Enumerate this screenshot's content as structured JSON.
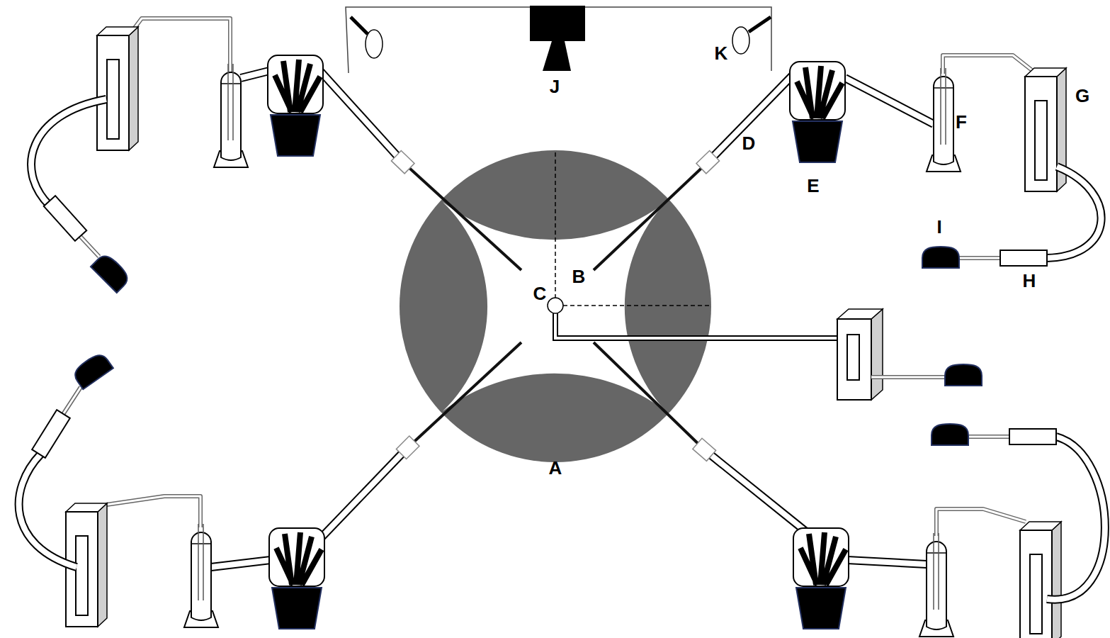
{
  "diagram": {
    "labels": [
      "J",
      "K",
      "D",
      "E",
      "F",
      "G",
      "B",
      "C",
      "I",
      "H",
      "A"
    ]
  }
}
